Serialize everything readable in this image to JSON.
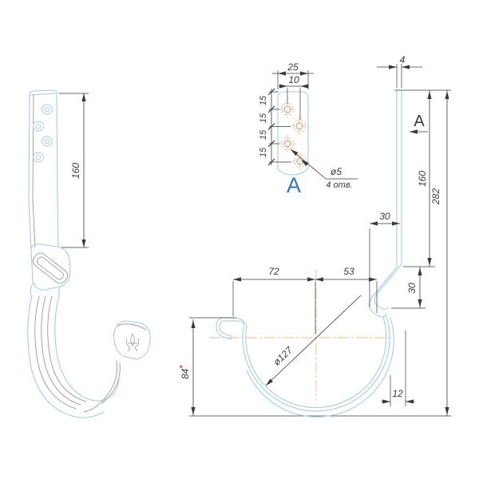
{
  "colors": {
    "part": "#a6cbe9",
    "aux": "#9a9a9a",
    "dim": "#3a3a3a",
    "center": "#f0bd7e",
    "accent_blue": "#2e74c4",
    "accent_red": "#e01b10",
    "background": "#ffffff"
  },
  "pictorial": {
    "dim_strap_height": "160"
  },
  "detail": {
    "view_label": "A",
    "dim_plate_width": "25",
    "dim_hole_offset": "10",
    "dim_pitch_1": "15",
    "dim_pitch_2": "15",
    "dim_pitch_3": "15",
    "dim_pitch_4": "15",
    "hole_dia": "ø5",
    "hole_count": "4 отв."
  },
  "side": {
    "view_label": "A",
    "dim_thickness": "4",
    "dim_strap_height": "160",
    "dim_total_height": "282",
    "dim_offset_horizontal": "30",
    "dim_offset_vertical": "30",
    "dim_edge_gap": "12"
  },
  "section": {
    "dim_front_half": "72",
    "dim_rear_half": "53",
    "dim_depth": "84",
    "dim_depth_note": "*",
    "dim_diameter": "ø127"
  }
}
